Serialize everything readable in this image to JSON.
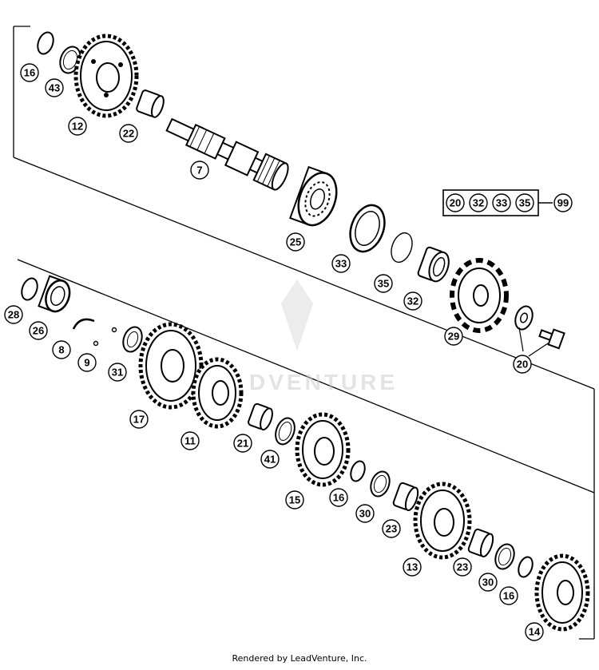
{
  "labels": {
    "l16a": "16",
    "l43": "43",
    "l12": "12",
    "l22": "22",
    "l7": "7",
    "l25": "25",
    "l33": "33",
    "l35": "35",
    "l32": "32",
    "l29": "29",
    "l20a": "20",
    "l28": "28",
    "l26": "26",
    "l8": "8",
    "l9": "9",
    "l31": "31",
    "l17": "17",
    "l11": "11",
    "l21": "21",
    "l41": "41",
    "l15": "15",
    "l16b": "16",
    "l30a": "30",
    "l23a": "23",
    "l13": "13",
    "l23b": "23",
    "l30b": "30",
    "l16c": "16",
    "l14": "14"
  },
  "kit": {
    "items": [
      "20",
      "32",
      "33",
      "35"
    ],
    "result": "99"
  },
  "watermark": "DVENTURE",
  "footer": "Rendered by LeadVenture, Inc."
}
